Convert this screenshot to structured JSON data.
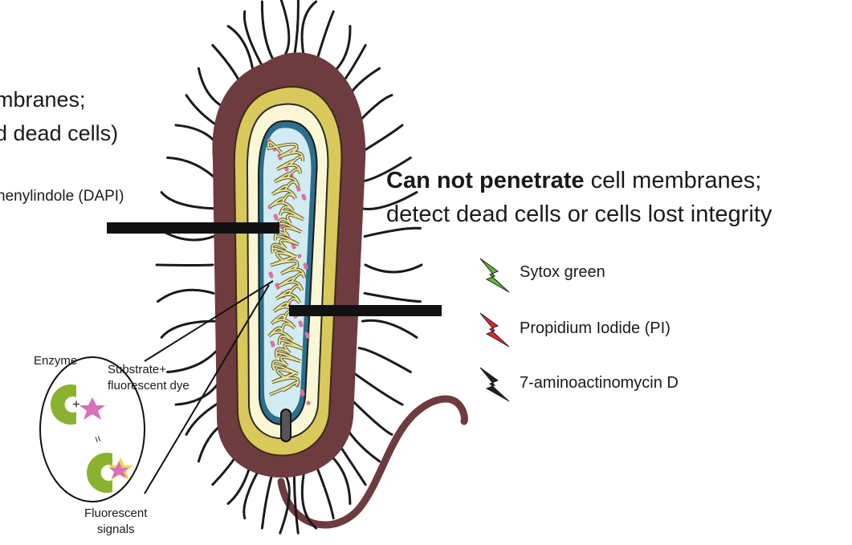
{
  "left": {
    "line1": "mbranes;",
    "line2": "d dead cells)",
    "dye_label": "henylindole (DAPI)"
  },
  "right": {
    "line1_bold": "Can not penetrate",
    "line1_rest": " cell membranes;",
    "line2": "detect dead cells or cells lost integrity",
    "dyes": [
      {
        "label": "Sytox green",
        "color": "#5cb83a",
        "icon": "lightning-bolt-icon"
      },
      {
        "label": "Propidium Iodide (PI)",
        "color": "#e3262b",
        "icon": "lightning-bolt-icon"
      },
      {
        "label": "7-aminoactinomycin D",
        "color": "#1e1e1e",
        "icon": "lightning-bolt-icon"
      }
    ]
  },
  "inset": {
    "enzyme": "Enzyme",
    "substrate": "Substrate+",
    "substrate2": "fluorescent dye",
    "plus": "+",
    "equals": "=",
    "result1": "Fluorescent",
    "result2": "signals"
  },
  "colors": {
    "capsule": "#6e3b3f",
    "wall": "#d9c95a",
    "membrane": "#fbf7d6",
    "cytoplasm": "#d2ebf2",
    "dna": "#d9d27a",
    "ribosome": "#e0709a",
    "enzyme": "#8ab22f",
    "substrate": "#d96fb8"
  }
}
